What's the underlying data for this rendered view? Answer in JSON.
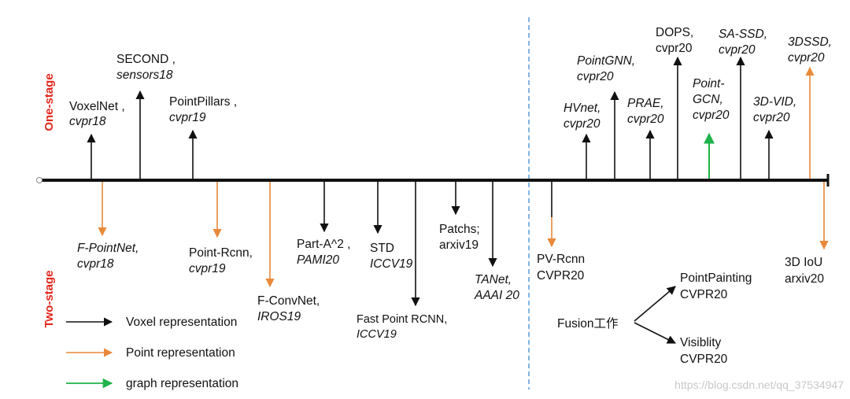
{
  "stage_labels": {
    "one_stage": "One-stage",
    "two_stage": "Two-stage"
  },
  "colors": {
    "voxel": "#111111",
    "point": "#e8893a",
    "graph": "#1fb24a",
    "divider": "#5b9bd5",
    "stage": "#e3261c"
  },
  "legend": [
    {
      "label": "Voxel representation",
      "type": "voxel"
    },
    {
      "label": "Point representation",
      "type": "point"
    },
    {
      "label": "graph representation",
      "type": "graph"
    }
  ],
  "one_stage_methods": [
    {
      "name": "VoxelNet ,",
      "venue": "cvpr18",
      "type": "voxel",
      "name_italic": false,
      "venue_italic": true
    },
    {
      "name": "SECOND ,",
      "venue": "sensors18",
      "type": "voxel",
      "name_italic": false,
      "venue_italic": true
    },
    {
      "name": "PointPillars ,",
      "venue": "cvpr19",
      "type": "voxel",
      "name_italic": false,
      "venue_italic": true
    },
    {
      "name": "HVnet,",
      "venue": "cvpr20",
      "type": "voxel",
      "name_italic": true,
      "venue_italic": true
    },
    {
      "name": "PointGNN,",
      "venue": "cvpr20",
      "type": "voxel",
      "name_italic": true,
      "venue_italic": true
    },
    {
      "name": "PRAE,",
      "venue": "cvpr20",
      "type": "voxel",
      "name_italic": true,
      "venue_italic": true
    },
    {
      "name": "DOPS,",
      "venue": "cvpr20",
      "type": "voxel",
      "name_italic": false,
      "venue_italic": false
    },
    {
      "name": "Point-",
      "venue": "GCN,",
      "extra": "cvpr20",
      "type": "graph",
      "name_italic": true,
      "venue_italic": true
    },
    {
      "name": "SA-SSD,",
      "venue": "cvpr20",
      "type": "voxel",
      "name_italic": true,
      "venue_italic": true
    },
    {
      "name": "3D-VID,",
      "venue": "cvpr20",
      "type": "voxel",
      "name_italic": true,
      "venue_italic": true
    },
    {
      "name": "3DSSD,",
      "venue": "cvpr20",
      "type": "point",
      "name_italic": true,
      "venue_italic": true
    }
  ],
  "two_stage_methods": [
    {
      "name": "F-PointNet,",
      "venue": "cvpr18",
      "type": "point",
      "name_italic": true,
      "venue_italic": true
    },
    {
      "name": "Point-Rcnn,",
      "venue": "cvpr19",
      "type": "point",
      "name_italic": false,
      "venue_italic": true
    },
    {
      "name": "F-ConvNet,",
      "venue": "IROS19",
      "type": "point",
      "name_italic": false,
      "venue_italic": true
    },
    {
      "name": "Part-A^2 ,",
      "venue": "PAMI20",
      "type": "voxel",
      "name_italic": false,
      "venue_italic": true
    },
    {
      "name": "STD",
      "venue": "ICCV19",
      "type": "voxel",
      "name_italic": false,
      "venue_italic": true
    },
    {
      "name": "Fast Point RCNN,",
      "venue": "ICCV19",
      "type": "voxel",
      "name_italic": false,
      "venue_italic": true
    },
    {
      "name": "Patchs;",
      "venue": "arxiv19",
      "type": "voxel",
      "name_italic": false,
      "venue_italic": false
    },
    {
      "name": "TANet,",
      "venue": "AAAI 20",
      "type": "voxel",
      "name_italic": true,
      "venue_italic": true
    },
    {
      "name": "PV-Rcnn",
      "venue": "CVPR20",
      "type": "point",
      "name_italic": false,
      "venue_italic": false
    },
    {
      "name": "3D IoU",
      "venue": "arxiv20",
      "type": "point",
      "name_italic": false,
      "venue_italic": false
    }
  ],
  "fusion": {
    "label": "Fusion工作",
    "branches": [
      {
        "name": "PointPainting",
        "venue": "CVPR20"
      },
      {
        "name": "Visiblity",
        "venue": "CVPR20"
      }
    ]
  },
  "watermark": "https://blog.csdn.net/qq_37534947"
}
